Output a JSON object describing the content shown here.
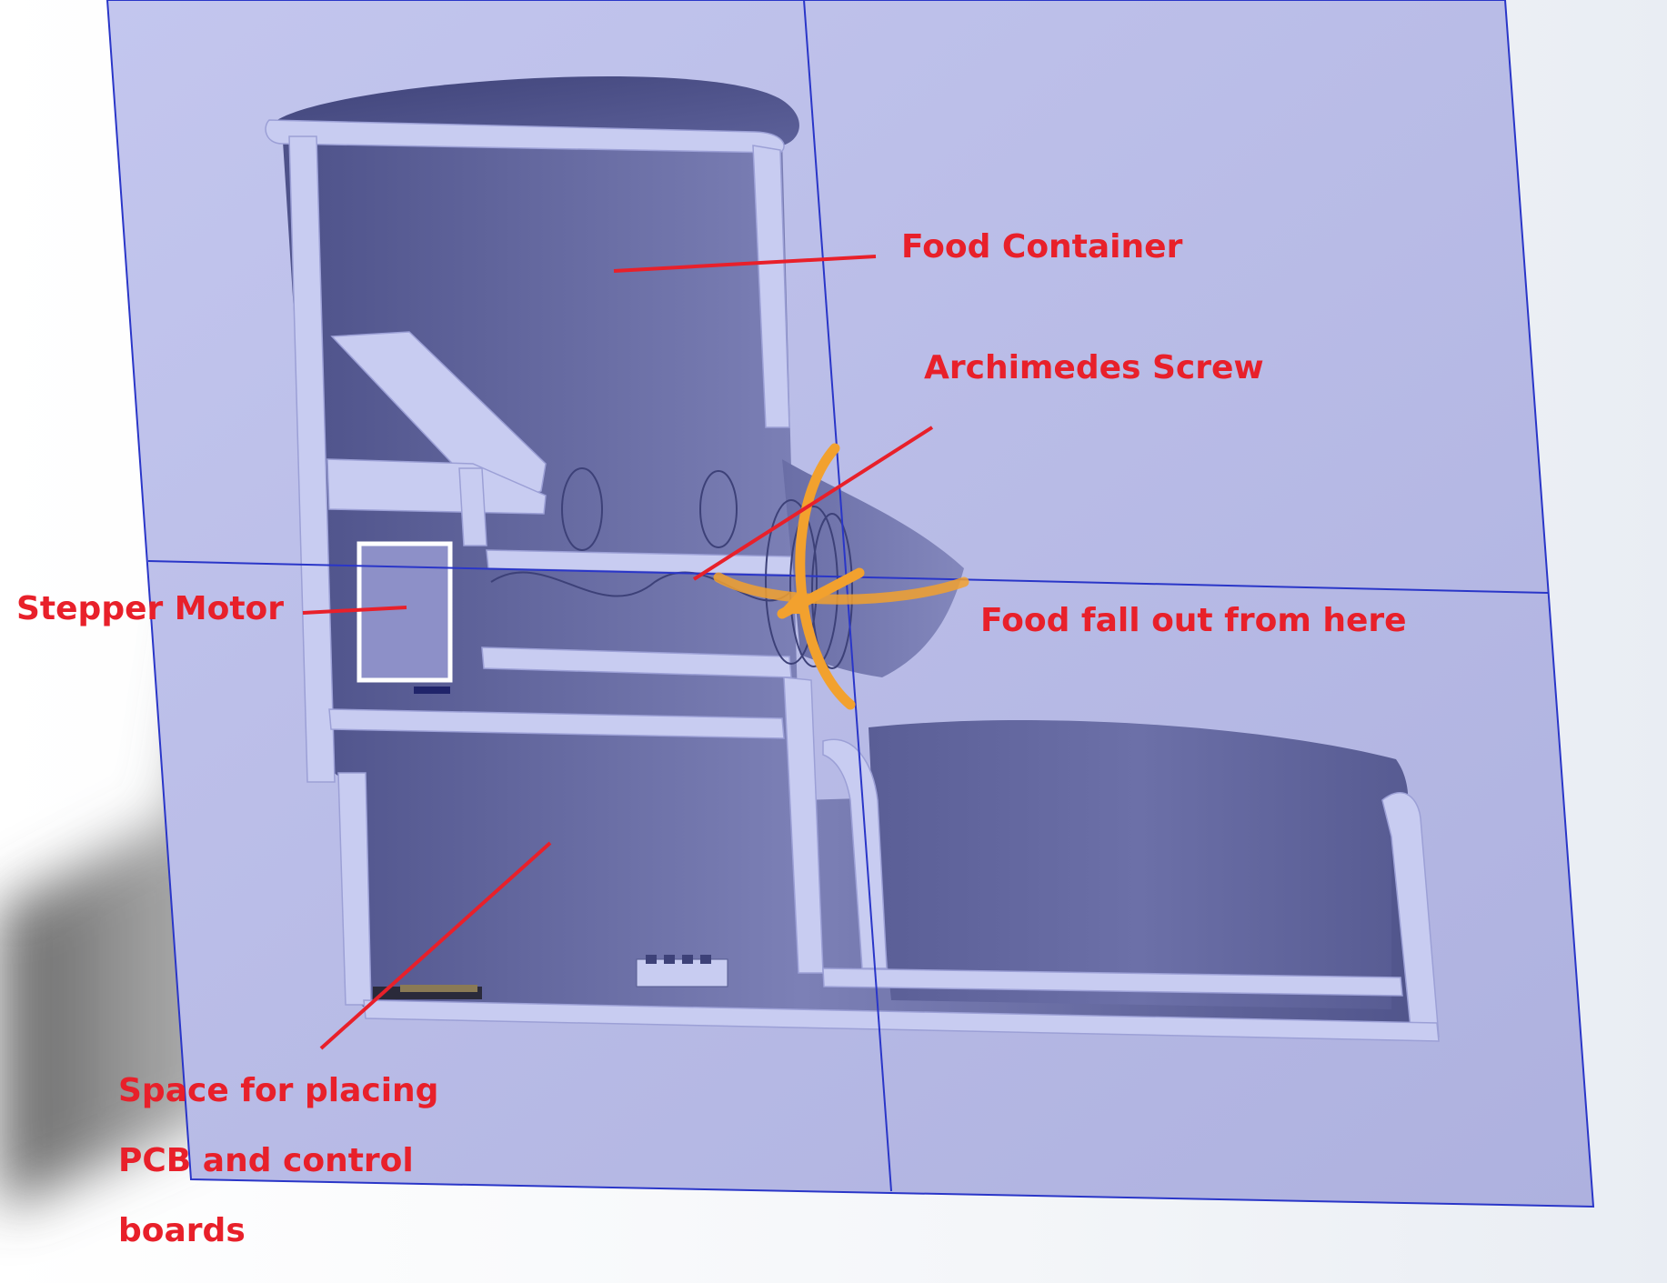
{
  "labels": {
    "food_container": "Food Container",
    "archimedes_screw": "Archimedes Screw",
    "stepper_motor": "Stepper Motor",
    "food_fall_out": "Food fall out from here",
    "pcb_space": [
      "Space for placing",
      "PCB and control",
      "boards"
    ]
  },
  "colors": {
    "label": "#e8202a",
    "leader_line": "#e8202a",
    "arrow": "#f2a12e",
    "plane": "#b9bce5",
    "plane_edge": "#2a36c8",
    "section_face": "#c9cdf2",
    "body_dark": "#5e6296",
    "body_mid": "#7478ad"
  }
}
